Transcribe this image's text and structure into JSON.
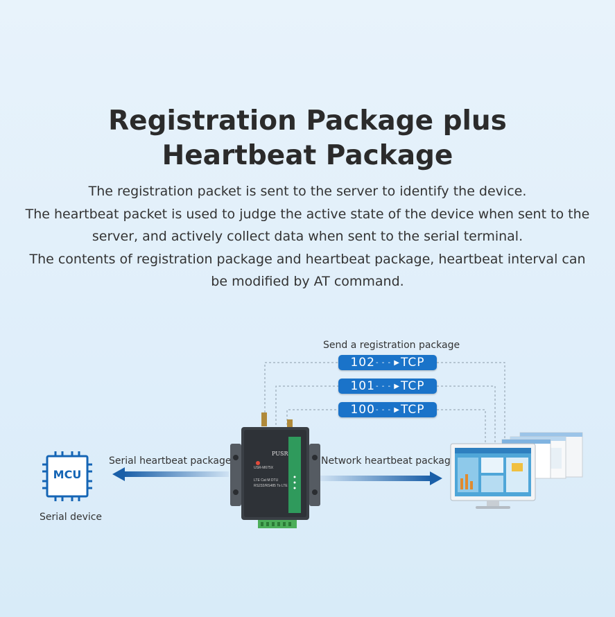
{
  "title": {
    "line1": "Registration Package plus",
    "line2": "Heartbeat Package"
  },
  "description": {
    "line1": "The registration packet is sent to the server to identify the device.",
    "line2": "The heartbeat packet is used to judge the active state of the device when sent to the",
    "line3": "server, and actively collect data when sent to the serial terminal.",
    "line4": "The contents of registration package and heartbeat package, heartbeat interval can",
    "line5": "be modified by AT command."
  },
  "diagram": {
    "registration_label": "Send a registration package",
    "packets": [
      {
        "id": "102",
        "protocol": "TCP"
      },
      {
        "id": "101",
        "protocol": "TCP"
      },
      {
        "id": "100",
        "protocol": "TCP"
      }
    ],
    "serial_heartbeat_label": "Serial heartbeat package",
    "network_heartbeat_label": "Network heartbeat package",
    "mcu_label": "MCU",
    "serial_device_label": "Serial device",
    "device": {
      "brand": "PUSR",
      "model": "USR-M675X",
      "desc1": "LTE Cat M DTU",
      "desc2": "RS232/RS485 To LTE"
    },
    "colors": {
      "accent": "#1a73c9",
      "arrow": "#1f6fbf",
      "mcu_border": "#1565b5"
    }
  }
}
